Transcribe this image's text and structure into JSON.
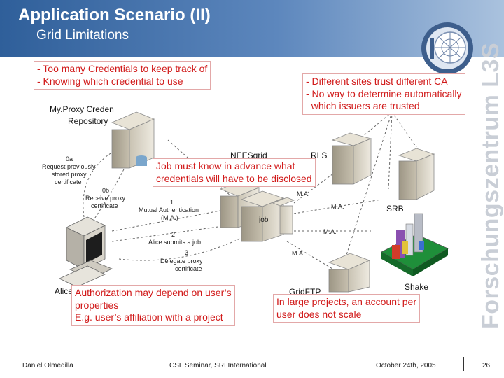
{
  "header": {
    "title": "Application Scenario (II)",
    "subtitle": "Grid Limitations"
  },
  "branding": {
    "vertical_text": "Forschungszentrum L3S"
  },
  "diagram": {
    "nodes": {
      "myproxy_line1": "My.Proxy Creden",
      "myproxy_line2": "Repository",
      "neesgrid": "NEESgrid",
      "rls": "RLS",
      "job": "job",
      "srb": "SRB",
      "alice": "Alice",
      "shake": "Shake",
      "gridftp": "GridFTP"
    },
    "steps": {
      "s0a_num": "0a",
      "s0a_l1": "Request previously",
      "s0a_l2": "stored proxy",
      "s0a_l3": "certificate",
      "s0b_num": "0b",
      "s0b_l1": "Receive proxy",
      "s0b_l2": "certificate",
      "s1_num": "1",
      "s1_l1": "Mutual Authentication",
      "s1_l2": "(M.A.)",
      "s2_num": "2",
      "s2_l1": "Alice submits a job",
      "s3_num": "3",
      "s3_l1": "Delegate proxy",
      "s3_l2": "certificate"
    },
    "ma_labels": [
      "M.A.",
      "M.A.",
      "M.A.",
      "M.A."
    ]
  },
  "callouts": {
    "credentials": [
      "- Too many Credentials to keep track of",
      "- Knowing which credential to use"
    ],
    "trust": [
      "- Different sites trust different CA",
      "- No way to determine automatically",
      "  which issuers are trusted"
    ],
    "job_advance": [
      "Job must know in advance what",
      "credentials will have to be disclosed"
    ],
    "authorization": [
      "Authorization may depend on user’s",
      "properties",
      "E.g. user’s affiliation with a project"
    ],
    "large_projects": [
      "In large projects, an account per",
      "user does not scale"
    ]
  },
  "footer": {
    "author": "Daniel Olmedilla",
    "event": "CSL Seminar, SRI International",
    "date": "October 24th, 2005",
    "page": "26"
  },
  "colors": {
    "header_start": "#2f5f9a",
    "header_end": "#aac2de",
    "callout_text": "#d11a1a",
    "callout_border": "#e3a8a8",
    "brand_text": "#c9ced6"
  }
}
